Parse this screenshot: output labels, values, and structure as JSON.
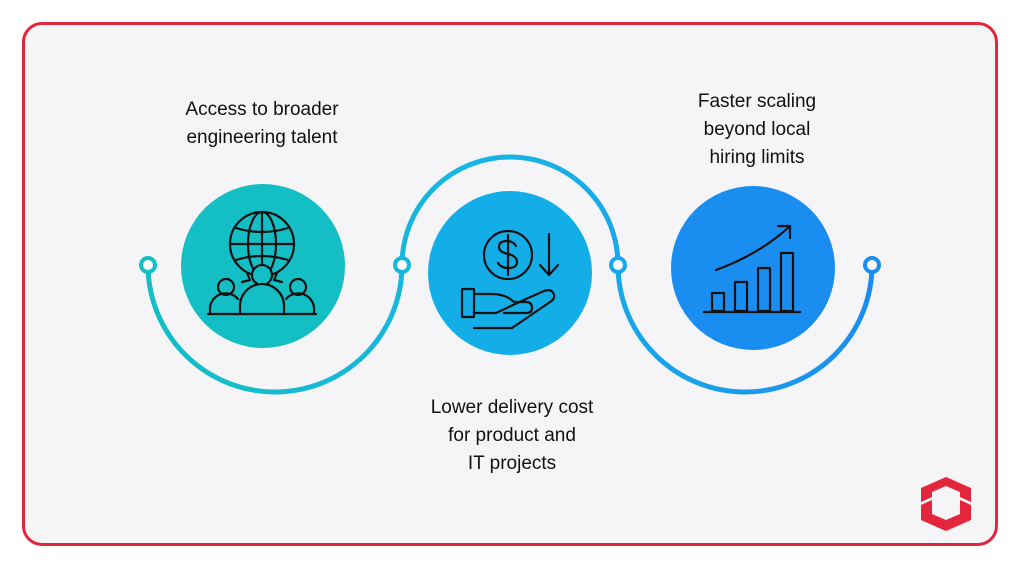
{
  "benefits": [
    {
      "lines": [
        "Access to broader",
        "engineering talent"
      ],
      "icon": "globe-people-icon",
      "color": "#13bfc4"
    },
    {
      "lines": [
        "Lower delivery cost",
        "for product and",
        "IT projects"
      ],
      "icon": "dollar-hand-down-icon",
      "color": "#13aee8"
    },
    {
      "lines": [
        "Faster scaling",
        "beyond local",
        "hiring limits"
      ],
      "icon": "growth-chart-icon",
      "color": "#1a8ef0"
    }
  ],
  "colors": {
    "frame": "#e3263c",
    "background": "#f5f5f7",
    "wave_start": "#13bfc4",
    "wave_end": "#1a8ef0"
  },
  "brand_logo": "brand-cube-logo"
}
